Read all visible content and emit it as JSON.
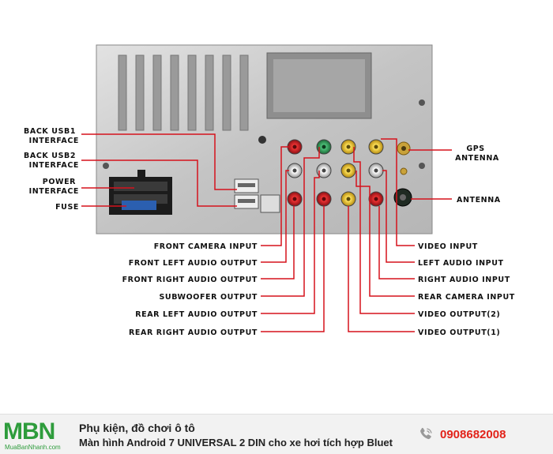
{
  "labels_left": [
    {
      "id": "back-usb1",
      "lines": [
        "BACK USB1",
        "INTERFACE"
      ]
    },
    {
      "id": "back-usb2",
      "lines": [
        "BACK USB2",
        "INTERFACE"
      ]
    },
    {
      "id": "power",
      "lines": [
        "POWER",
        "INTERFACE"
      ]
    },
    {
      "id": "fuse",
      "lines": [
        "FUSE"
      ]
    }
  ],
  "labels_bottom_left": [
    "FRONT CAMERA INPUT",
    "FRONT LEFT AUDIO OUTPUT",
    "FRONT RIGHT AUDIO OUTPUT",
    "SUBWOOFER OUTPUT",
    "REAR LEFT AUDIO OUTPUT",
    "REAR RIGHT AUDIO OUTPUT"
  ],
  "labels_bottom_right": [
    "VIDEO INPUT",
    "LEFT AUDIO INPUT",
    "RIGHT AUDIO INPUT",
    "REAR CAMERA INPUT",
    "VIDEO OUTPUT(2)",
    "VIDEO OUTPUT(1)"
  ],
  "labels_right": [
    {
      "id": "gps",
      "lines": [
        "GPS",
        "ANTENNA"
      ]
    },
    {
      "id": "antenna",
      "lines": [
        "ANTENNA"
      ]
    }
  ],
  "colors": {
    "leader": "#d5121c",
    "panel": "#c9c9c9",
    "rca_red": "#c41e24",
    "rca_yellow": "#e8c21c",
    "rca_white": "#e6e6e6",
    "rca_green": "#2e9c55"
  },
  "footer": {
    "logo": "MBN",
    "logo_sub": "MuaBanNhanh.com",
    "title": "Phụ kiện, đồ chơi ô tô",
    "subtitle": "Màn hình Android 7 UNIVERSAL 2 DIN cho xe hơi tích hợp Bluet",
    "phone_icon": "phone-icon",
    "phone": "0908682008"
  }
}
